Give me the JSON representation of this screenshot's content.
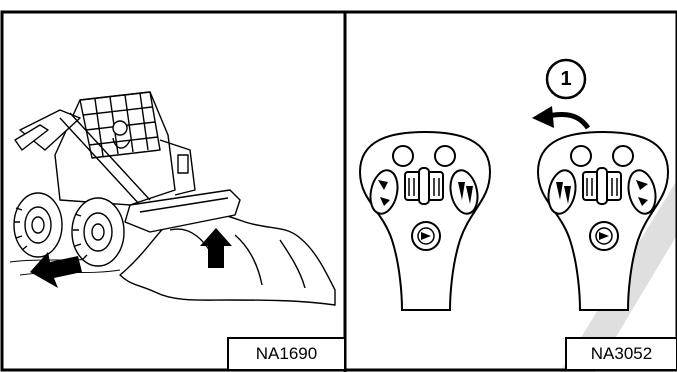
{
  "panels": [
    {
      "id": "left",
      "ref_code": "NA1690",
      "illustration": "skid-steer-loader-scooping-dirt"
    },
    {
      "id": "right",
      "ref_code": "NA3052",
      "illustration": "joystick-control-handles"
    }
  ],
  "callout": {
    "number": "1"
  },
  "colors": {
    "line": "#000000",
    "background": "#ffffff",
    "watermark": "#d9d9d9"
  },
  "icons": [
    "forward-arrow-icon",
    "up-arrow-icon",
    "rotate-left-arrow-icon"
  ]
}
